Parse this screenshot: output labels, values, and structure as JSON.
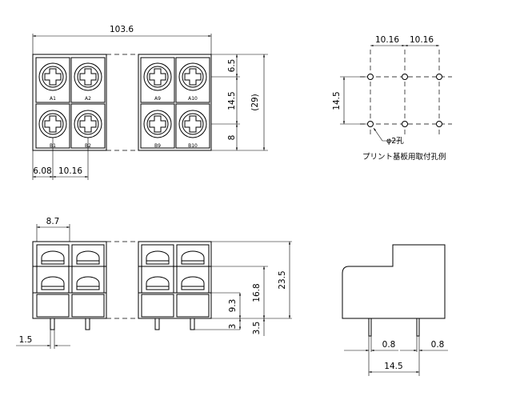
{
  "top_view": {
    "overall_width": "103.6",
    "pitch_top": "6.5",
    "row_pitch": "14.5",
    "overall_height": "(29)",
    "bottom_offset": "8",
    "edge_to_first": "6.08",
    "pitch": "10.16",
    "labels_top": [
      "A1",
      "A2",
      "A9",
      "A10"
    ],
    "labels_bottom": [
      "B1",
      "B2",
      "B9",
      "B10"
    ]
  },
  "hole_pattern": {
    "pitch_a": "10.16",
    "pitch_b": "10.16",
    "row_pitch": "14.5",
    "hole_dia": "φ2孔",
    "caption": "プリント基板用取付孔例"
  },
  "front_view": {
    "terminal_width": "8.7",
    "pin_offset": "1.5",
    "h1": "9.3",
    "h2": "16.8",
    "h3": "23.5",
    "pin_len": "3",
    "pin_len2": "3.5"
  },
  "side_view": {
    "pin_w1": "0.8",
    "pin_w2": "0.8",
    "pin_span": "14.5"
  }
}
